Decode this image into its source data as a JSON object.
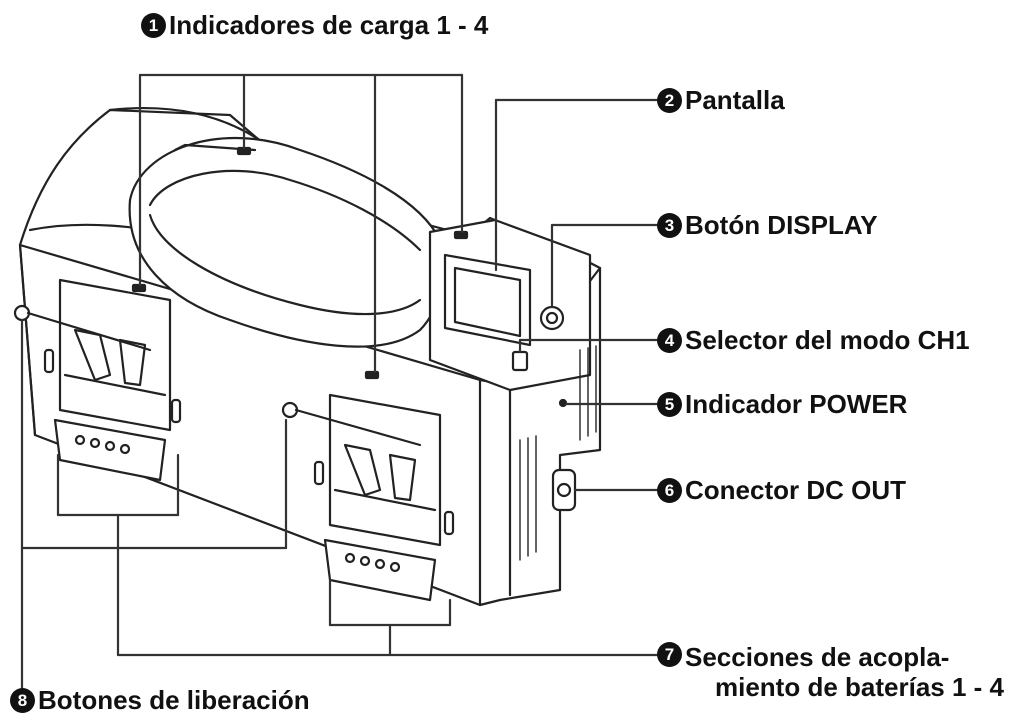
{
  "callouts": [
    {
      "num": "1",
      "text": "Indicadores de carga 1 - 4"
    },
    {
      "num": "2",
      "text": "Pantalla"
    },
    {
      "num": "3",
      "text": "Botón DISPLAY"
    },
    {
      "num": "4",
      "text": "Selector del modo CH1"
    },
    {
      "num": "5",
      "text": "Indicador POWER"
    },
    {
      "num": "6",
      "text": "Conector DC OUT"
    },
    {
      "num": "7",
      "text": "Secciones de acopla-",
      "text2": "miento de baterías 1 - 4"
    },
    {
      "num": "8",
      "text": "Botones de liberación"
    }
  ]
}
